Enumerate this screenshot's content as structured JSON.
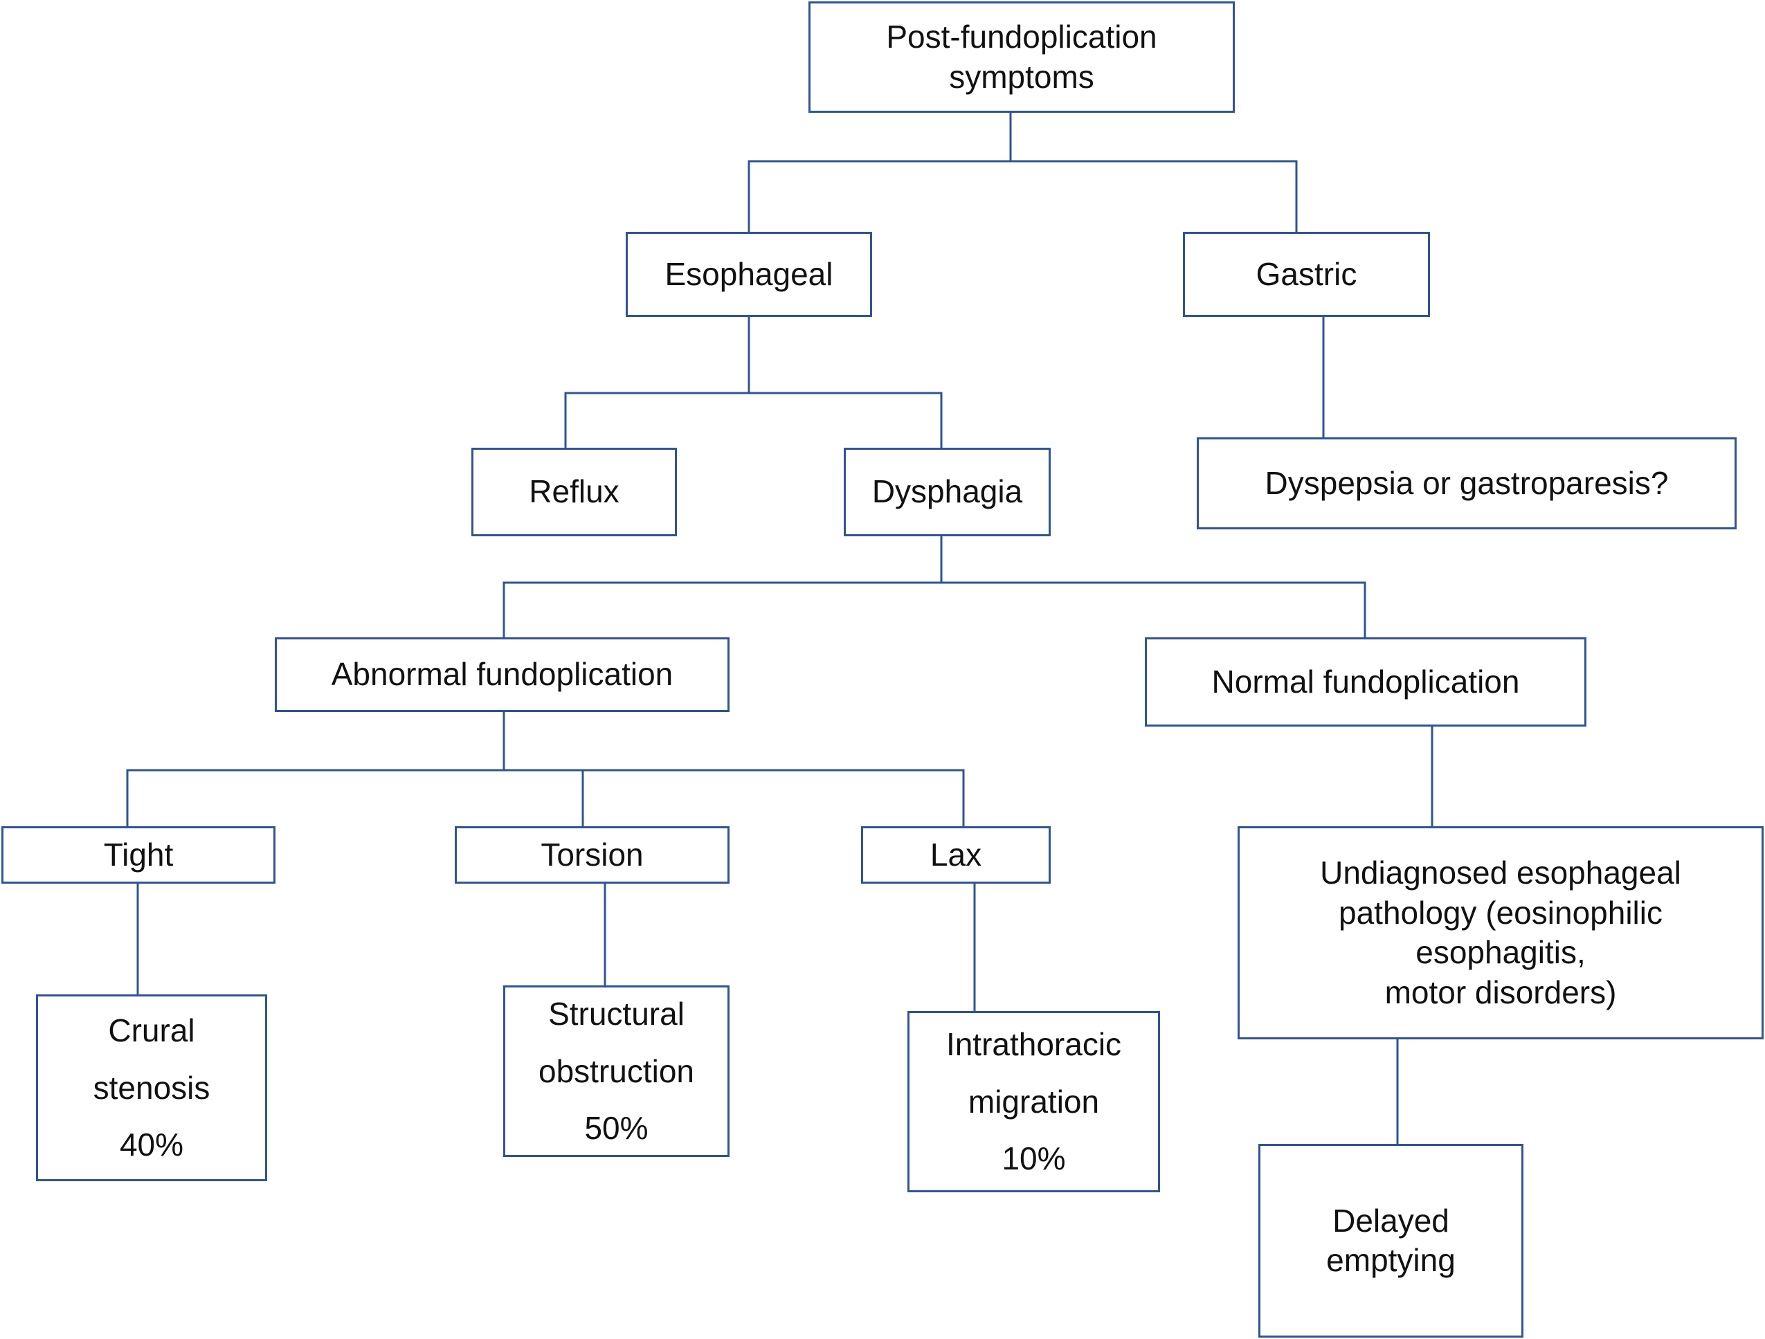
{
  "nodes": {
    "root": {
      "lines": [
        "Post-fundoplication",
        "symptoms"
      ]
    },
    "esophageal": {
      "lines": [
        "Esophageal"
      ]
    },
    "gastric": {
      "lines": [
        "Gastric"
      ]
    },
    "reflux": {
      "lines": [
        "Reflux"
      ]
    },
    "dysphagia": {
      "lines": [
        "Dysphagia"
      ]
    },
    "dyspepsia": {
      "lines": [
        "Dyspepsia or gastroparesis?"
      ]
    },
    "abnormal": {
      "lines": [
        "Abnormal fundoplication"
      ]
    },
    "normal": {
      "lines": [
        "Normal fundoplication"
      ]
    },
    "tight": {
      "lines": [
        "Tight"
      ]
    },
    "torsion": {
      "lines": [
        "Torsion"
      ]
    },
    "lax": {
      "lines": [
        "Lax"
      ]
    },
    "undiagnosed": {
      "lines": [
        "Undiagnosed esophageal",
        "pathology (eosinophilic",
        "esophagitis,",
        "motor disorders)"
      ]
    },
    "crural": {
      "lines": [
        "Crural",
        "stenosis",
        "40%"
      ]
    },
    "structural": {
      "lines": [
        "Structural",
        "obstruction",
        "50%"
      ]
    },
    "intrathoracic": {
      "lines": [
        "Intrathoracic",
        "migration",
        "10%"
      ]
    },
    "delayed": {
      "lines": [
        "Delayed",
        "emptying"
      ]
    }
  },
  "colors": {
    "border": "#2f5496",
    "text": "#111111",
    "background": "#ffffff"
  }
}
